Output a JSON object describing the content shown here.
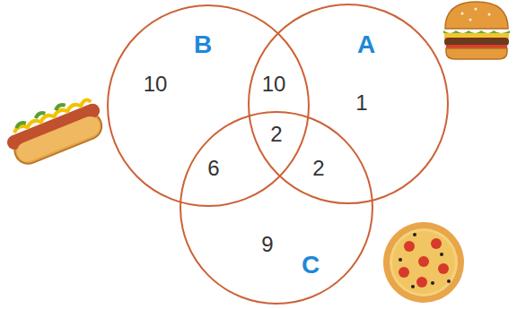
{
  "diagram": {
    "nodes": [
      {
        "text": [
          "B"
        ]
      },
      {
        "text": [
          "A"
        ]
      },
      {
        "text": [
          "C"
        ]
      }
    ],
    "labels": [
      "10",
      "10",
      "1",
      "2",
      "6",
      "2",
      "9"
    ]
  }
}
